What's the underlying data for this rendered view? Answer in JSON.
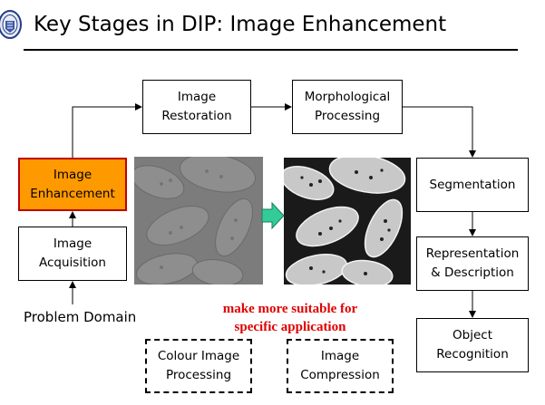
{
  "slide": {
    "title": "Key Stages in DIP: Image Enhancement",
    "caption": "make more suitable for\nspecific application",
    "problem_domain_label": "Problem Domain"
  },
  "stages": {
    "image_acquisition": "Image\nAcquisition",
    "image_enhancement": "Image\nEnhancement",
    "image_restoration": "Image\nRestoration",
    "morphological_processing": "Morphological\nProcessing",
    "segmentation": "Segmentation",
    "representation_description": "Representation\n& Description",
    "object_recognition": "Object\nRecognition",
    "colour_image_processing": "Colour Image\nProcessing",
    "image_compression": "Image\nCompression"
  },
  "colors": {
    "highlight_fill": "#ff9900",
    "highlight_border": "#c00000",
    "caption": "#e00000",
    "transition_arrow": "#33cc99"
  }
}
